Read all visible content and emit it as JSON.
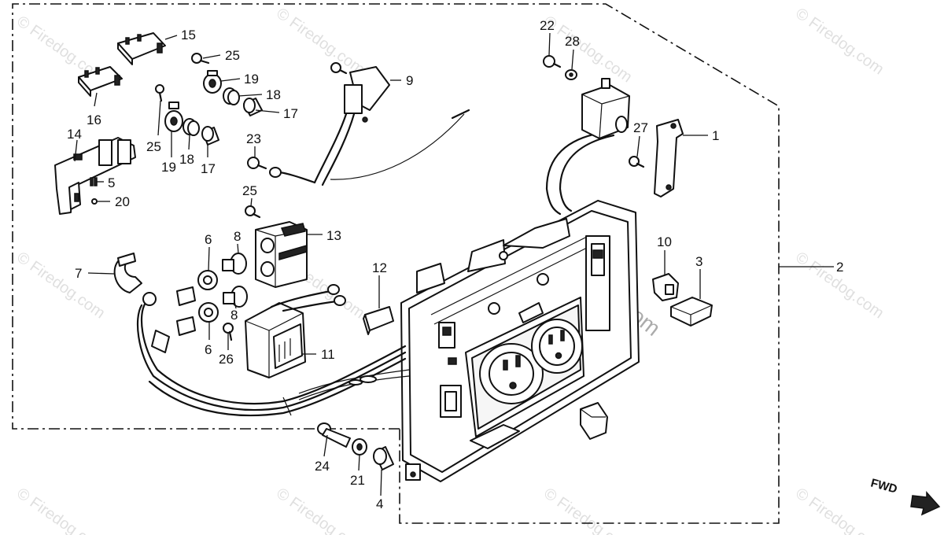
{
  "callouts": [
    "1",
    "2",
    "3",
    "4",
    "5",
    "6",
    "6",
    "7",
    "8",
    "8",
    "9",
    "10",
    "11",
    "12",
    "13",
    "14",
    "15",
    "16",
    "17",
    "17",
    "18",
    "18",
    "19",
    "19",
    "20",
    "21",
    "22",
    "23",
    "24",
    "25",
    "25",
    "25",
    "26",
    "27",
    "28"
  ],
  "fwd_label": "FWD",
  "watermark": "© Firedog.com",
  "colors": {
    "ink": "#111111",
    "paper": "#ffffff"
  }
}
